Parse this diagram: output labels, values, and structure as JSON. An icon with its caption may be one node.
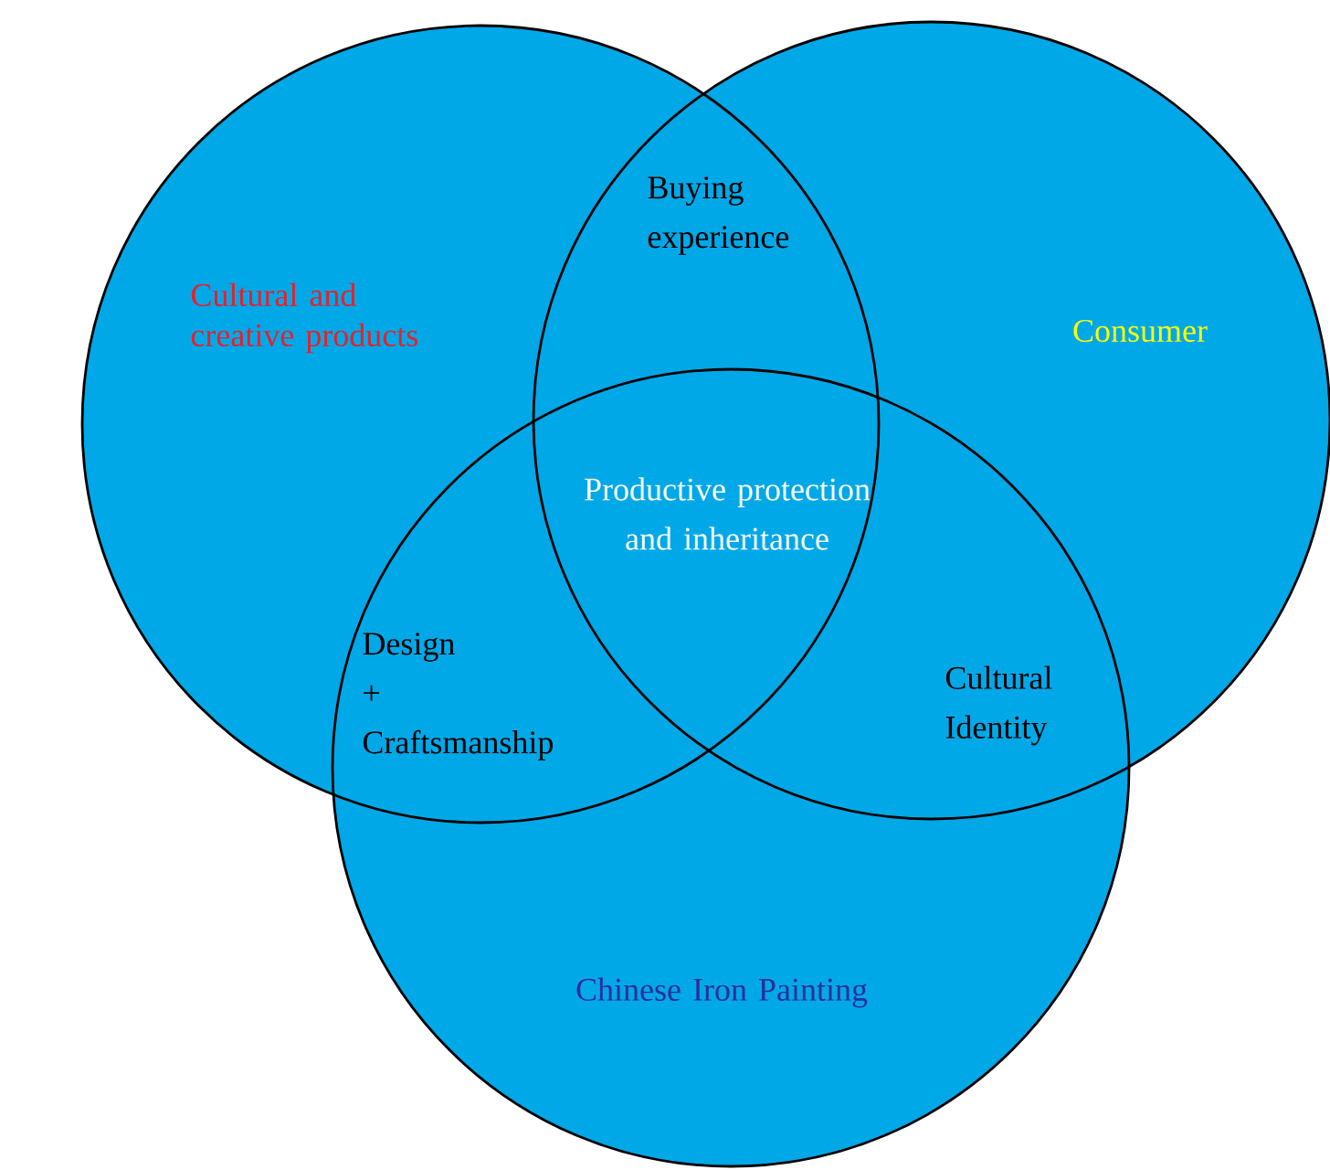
{
  "diagram": {
    "nodes": [
      {
        "text": [
          "Cultural and creative products"
        ]
      },
      {
        "text": [
          "Consumer"
        ]
      },
      {
        "text": [
          "Chinese Iron Painting"
        ]
      }
    ],
    "labels": [
      "Buying experience",
      "Productive protection and inheritance",
      "Design + Craftsmanship",
      "Cultural Identity"
    ]
  }
}
